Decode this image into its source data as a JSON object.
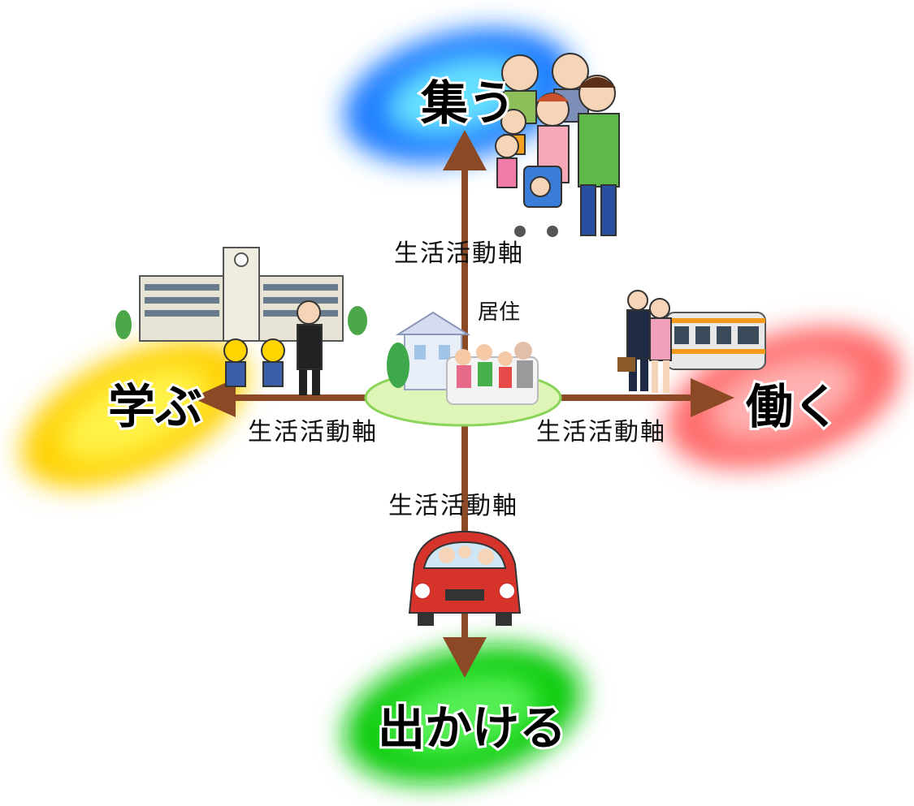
{
  "center": {
    "label": "居住"
  },
  "axes": {
    "top_label": "生活活動軸",
    "left_label": "生活活動軸",
    "right_label": "生活活動軸",
    "bottom_label": "生活活動軸"
  },
  "destinations": {
    "top": {
      "label": "集う",
      "color": "#1e7bff"
    },
    "left": {
      "label": "学ぶ",
      "color": "#ffe600"
    },
    "right": {
      "label": "働く",
      "color": "#ff6b6b"
    },
    "bottom": {
      "label": "出かける",
      "color": "#22dd22"
    }
  },
  "colors": {
    "arrow": "#8b4a25",
    "center_ellipse": "#dff5b8"
  },
  "illustrations": [
    "family-group-icon",
    "school-building-icon",
    "office-workers-train-icon",
    "family-car-icon",
    "home-family-icon"
  ]
}
